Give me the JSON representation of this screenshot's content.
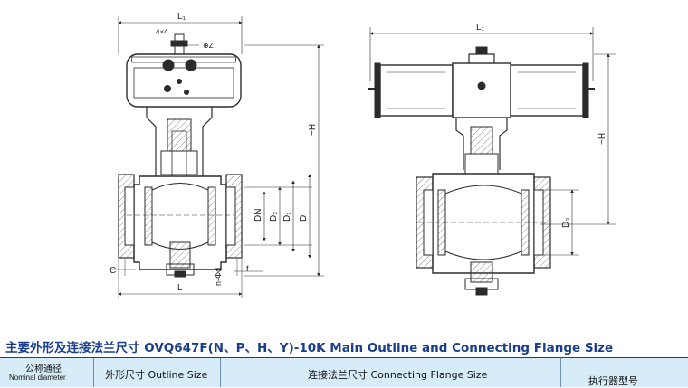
{
  "left_view": {
    "dims": {
      "L1": "L₁",
      "square": "4×4",
      "z": "⊕Z",
      "H": "~H",
      "DN": "DN",
      "D2": "D₂",
      "D1": "D₁",
      "D": "D",
      "C": "C",
      "nd": "n-Φd",
      "f": "f",
      "L": "L"
    }
  },
  "right_view": {
    "dims": {
      "L1": "L₁",
      "H": "~H",
      "D3": "D₃"
    }
  },
  "section": {
    "title": "主要外形及连接法兰尺寸 OVQ647F(N、P、H、Y)-10K  Main Outline and Connecting Flange Size"
  },
  "table": {
    "col1_cn": "公称通径",
    "col1_en": "Nominal diameter",
    "col2": "外形尺寸 Outline Size",
    "col3": "连接法兰尺寸 Connecting Flange Size",
    "col4": "执行器型号"
  },
  "colors": {
    "line": "#2b2b2b",
    "accent": "#1a3e8c",
    "header_bg": "#d6ecf8"
  }
}
